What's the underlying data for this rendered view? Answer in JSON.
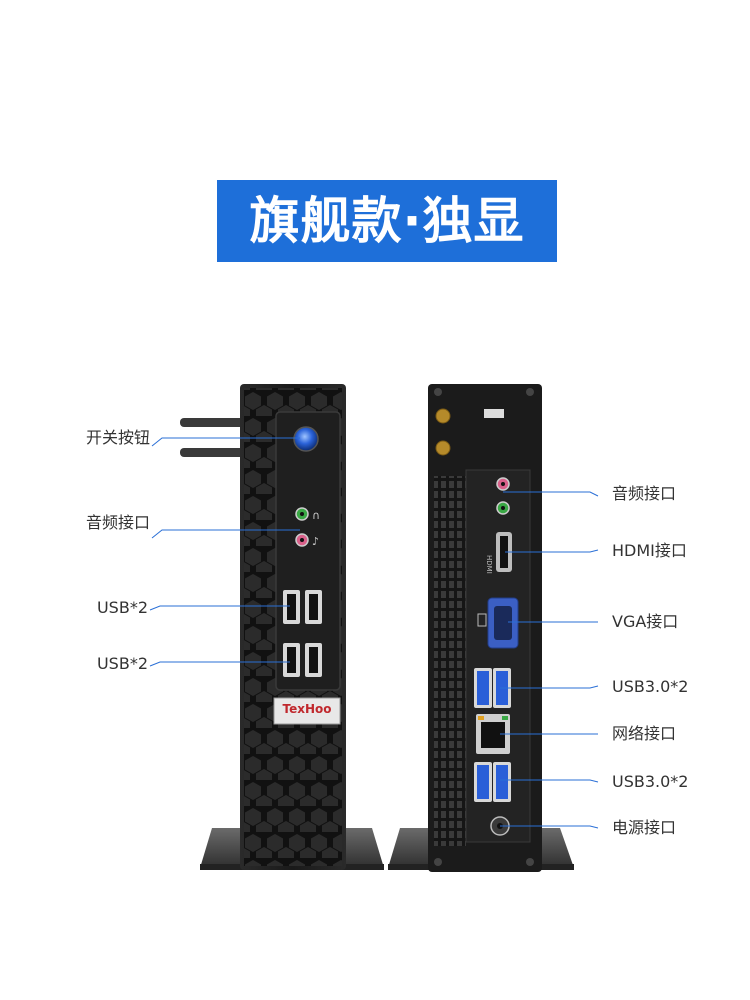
{
  "title": "旗舰款·独显",
  "brand_logo": "TexHoo",
  "front_labels": [
    {
      "id": "power",
      "text": "开关按钮"
    },
    {
      "id": "audio",
      "text": "音频接口"
    },
    {
      "id": "usb1",
      "text": "USB*2"
    },
    {
      "id": "usb2",
      "text": "USB*2"
    }
  ],
  "rear_labels": [
    {
      "id": "audio",
      "text": "音频接口"
    },
    {
      "id": "hdmi",
      "text": "HDMI接口"
    },
    {
      "id": "vga",
      "text": "VGA接口"
    },
    {
      "id": "usb3a",
      "text": "USB3.0*2"
    },
    {
      "id": "lan",
      "text": "网络接口"
    },
    {
      "id": "usb3b",
      "text": "USB3.0*2"
    },
    {
      "id": "power",
      "text": "电源接口"
    }
  ],
  "colors": {
    "banner": "#1e6fd9",
    "leader_line": "#2a6fd6",
    "case": "#1c1c1c",
    "usb3_blue": "#2a5fd8",
    "audio_green": "#3aa845",
    "audio_pink": "#d9608a",
    "power_led": "#3b7dff"
  }
}
